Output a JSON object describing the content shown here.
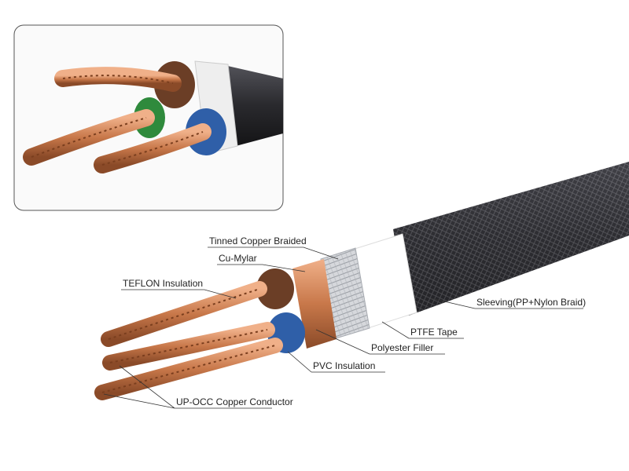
{
  "labels": {
    "tinned_copper_braided": "Tinned Copper Braided",
    "cu_mylar": "Cu-Mylar",
    "teflon_insulation": "TEFLON Insulation",
    "sleeving": "Sleeving(PP+Nylon Braid)",
    "ptfe_tape": "PTFE Tape",
    "polyester_filler": "Polyester Filler",
    "pvc_insulation": "PVC Insulation",
    "conductor": "UP-OCC Copper Conductor"
  },
  "colors": {
    "copper": "#c8784a",
    "brown_insulation": "#6b3e26",
    "blue_insulation": "#2f5fa8",
    "green_insulation": "#2f8a3c",
    "ptfe_tape": "#ffffff",
    "braid_shield": "#c9ccd0",
    "sleeving": "#2a2a2e"
  }
}
